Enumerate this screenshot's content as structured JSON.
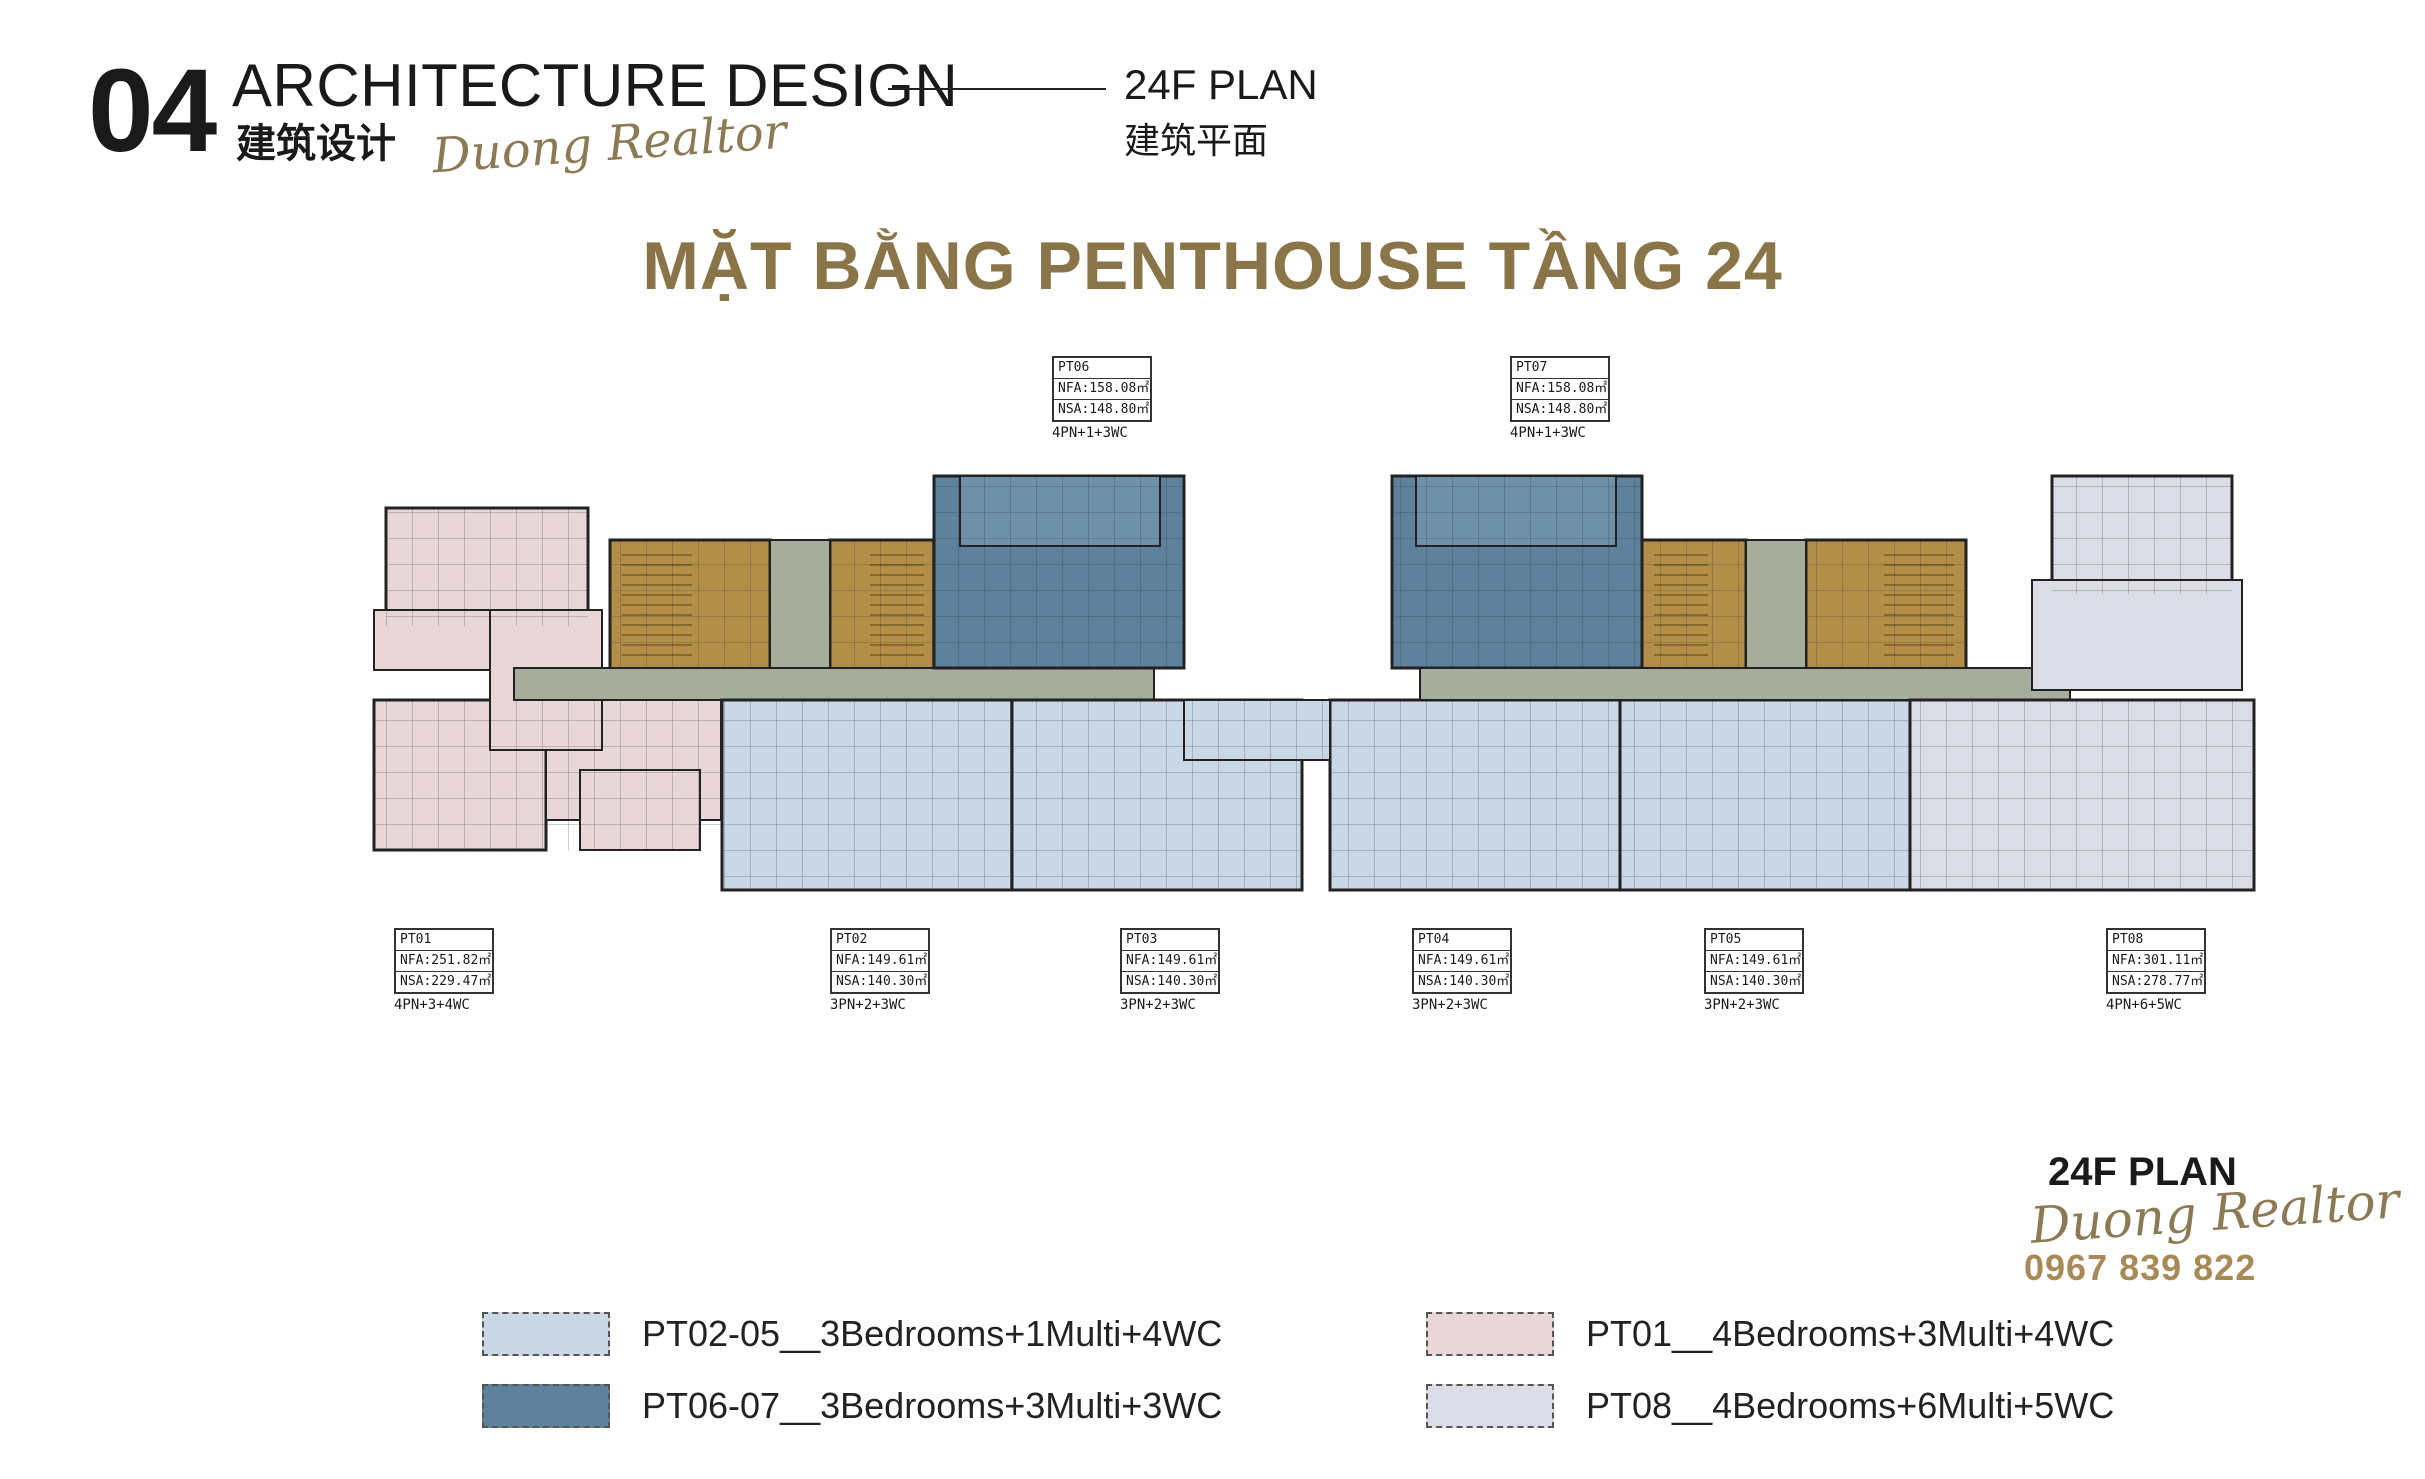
{
  "header": {
    "section_number": "04",
    "section_title": "ARCHITECTURE DESIGN",
    "section_subtitle": "建筑设计",
    "signature": "Duong Realtor",
    "plan_label": "24F PLAN",
    "plan_label_cn": "建筑平面"
  },
  "main_title": "MẶT BẰNG PENTHOUSE TẦNG 24",
  "units": [
    {
      "id": "PT06",
      "nfa": "NFA:158.08㎡",
      "nsa": "NSA:148.80㎡",
      "config": "4PN+1+3WC"
    },
    {
      "id": "PT07",
      "nfa": "NFA:158.08㎡",
      "nsa": "NSA:148.80㎡",
      "config": "4PN+1+3WC"
    },
    {
      "id": "PT01",
      "nfa": "NFA:251.82㎡",
      "nsa": "NSA:229.47㎡",
      "config": "4PN+3+4WC"
    },
    {
      "id": "PT02",
      "nfa": "NFA:149.61㎡",
      "nsa": "NSA:140.30㎡",
      "config": "3PN+2+3WC"
    },
    {
      "id": "PT03",
      "nfa": "NFA:149.61㎡",
      "nsa": "NSA:140.30㎡",
      "config": "3PN+2+3WC"
    },
    {
      "id": "PT04",
      "nfa": "NFA:149.61㎡",
      "nsa": "NSA:140.30㎡",
      "config": "3PN+2+3WC"
    },
    {
      "id": "PT05",
      "nfa": "NFA:149.61㎡",
      "nsa": "NSA:140.30㎡",
      "config": "3PN+2+3WC"
    },
    {
      "id": "PT08",
      "nfa": "NFA:301.11㎡",
      "nsa": "NSA:278.77㎡",
      "config": "4PN+6+5WC"
    }
  ],
  "branding": {
    "plan_label": "24F PLAN",
    "signature": "Duong Realtor",
    "phone": "0967 839 822"
  },
  "legend": [
    {
      "label": "PT02-05__3Bedrooms+1Multi+4WC",
      "color": "#c9d7e6"
    },
    {
      "label": "PT06-07__3Bedrooms+3Multi+3WC",
      "color": "#5f829c"
    },
    {
      "label": "PT01__4Bedrooms+3Multi+4WC",
      "color": "#e8d6d8"
    },
    {
      "label": "PT08__4Bedrooms+6Multi+5WC",
      "color": "#dcdce6"
    }
  ],
  "colors": {
    "gold_title": "#8a7548",
    "pt02_05": "#c9d7e6",
    "pt06_07": "#5f829c",
    "pt01": "#e8d6d8",
    "pt08": "#dcdce6",
    "corridor": "#a7ad9c",
    "stair_core": "#b38e48"
  }
}
